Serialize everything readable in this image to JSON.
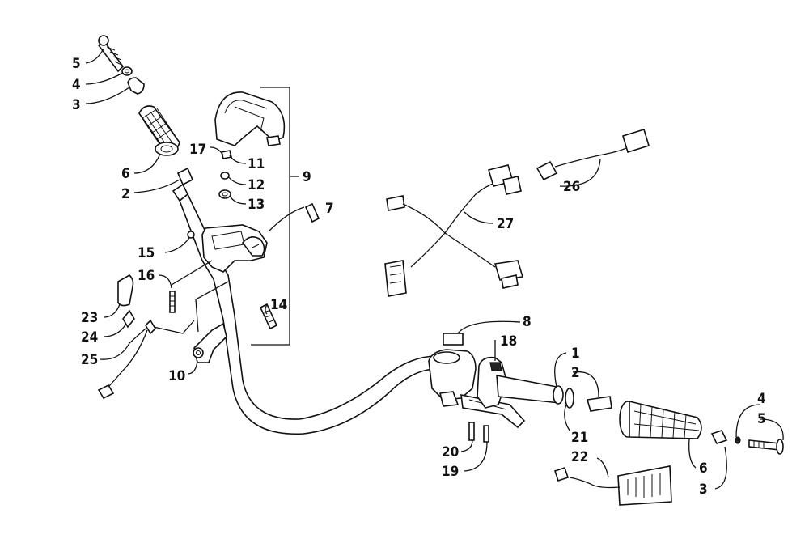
{
  "diagram": {
    "callouts": {
      "c1": "1",
      "c2_left": "2",
      "c2_right": "2",
      "c3_left": "3",
      "c3_right": "3",
      "c4_left": "4",
      "c4_right": "4",
      "c5_left": "5",
      "c5_right": "5",
      "c6_left": "6",
      "c6_right": "6",
      "c7": "7",
      "c8": "8",
      "c9": "9",
      "c10": "10",
      "c11": "11",
      "c12": "12",
      "c13": "13",
      "c14": "14",
      "c15": "15",
      "c16": "16",
      "c17": "17",
      "c18": "18",
      "c19": "19",
      "c20": "20",
      "c21": "21",
      "c22": "22",
      "c23": "23",
      "c24": "24",
      "c25": "25",
      "c26": "26",
      "c27": "27"
    }
  }
}
